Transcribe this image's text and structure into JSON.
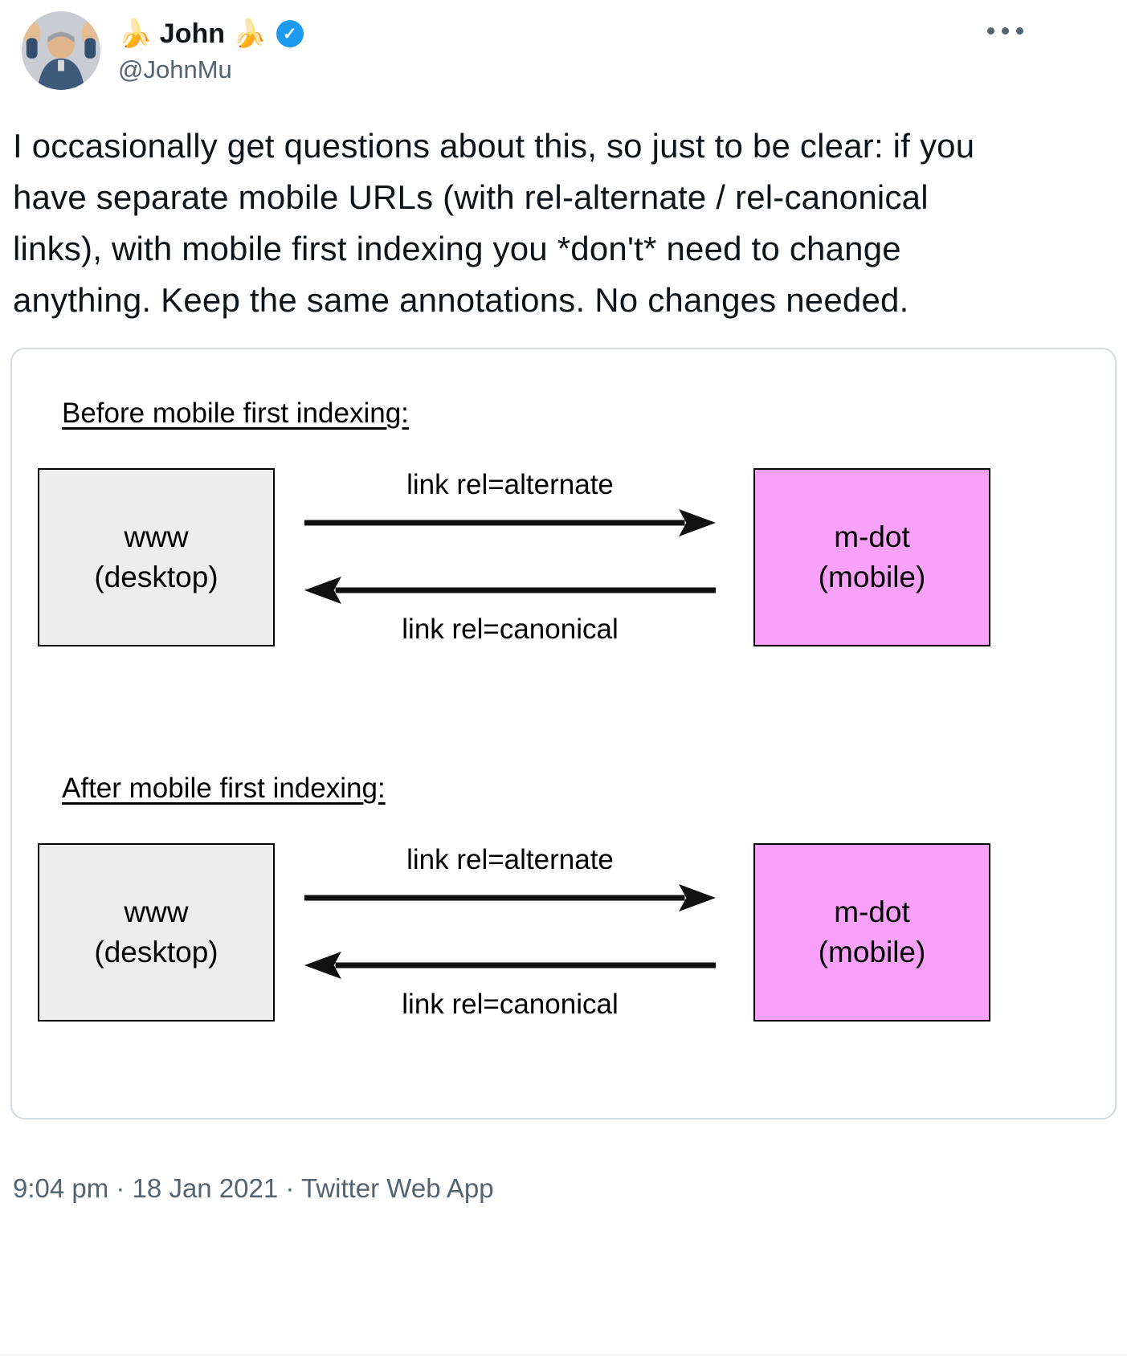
{
  "tweet": {
    "author": {
      "display_name": "🍌 John 🍌",
      "handle": "@JohnMu",
      "verified": true,
      "verified_icon": "✓"
    },
    "body": "I occasionally get questions about this, so just to be clear: if you have separate mobile URLs (with rel-alternate / rel-canonical links), with mobile first indexing you *don't* need to change anything. Keep the same annotations. No changes needed.",
    "timestamp": "9:04 pm · 18 Jan 2021 · Twitter Web App"
  },
  "colors": {
    "accent_blue": "#1d9bf0",
    "text_primary": "#0f1419",
    "text_secondary": "#536471",
    "card_border": "#d2dbe0"
  },
  "diagram": {
    "colors": {
      "desktop_box": "#ededed",
      "mobile_box": "#f8a1f8",
      "box_border": "#000000",
      "arrow": "#111111"
    },
    "sections": [
      {
        "title": "Before mobile first indexing:",
        "left_box": {
          "line1": "www",
          "line2": "(desktop)"
        },
        "right_box": {
          "line1": "m-dot",
          "line2": "(mobile)"
        },
        "top_arrow_label": "link rel=alternate",
        "bottom_arrow_label": "link rel=canonical"
      },
      {
        "title": "After mobile first indexing:",
        "left_box": {
          "line1": "www",
          "line2": "(desktop)"
        },
        "right_box": {
          "line1": "m-dot",
          "line2": "(mobile)"
        },
        "top_arrow_label": "link rel=alternate",
        "bottom_arrow_label": "link rel=canonical"
      }
    ]
  }
}
